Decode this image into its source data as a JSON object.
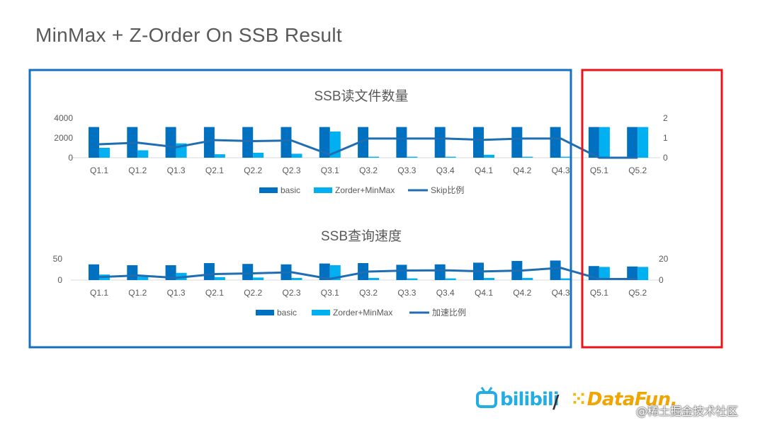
{
  "slide_title": "MinMax + Z-Order On SSB Result",
  "colors": {
    "basic": "#0070c0",
    "zorder": "#00b0f0",
    "line": "#1f6db3",
    "highlight_blue": "#1470c0",
    "highlight_red": "#e8141a",
    "text": "#595959"
  },
  "chart_data": [
    {
      "type": "bar",
      "title": "SSB读文件数量",
      "categories": [
        "Q1.1",
        "Q1.2",
        "Q1.3",
        "Q2.1",
        "Q2.2",
        "Q2.3",
        "Q3.1",
        "Q3.2",
        "Q3.3",
        "Q3.4",
        "Q4.1",
        "Q4.2",
        "Q4.3",
        "Q5.1",
        "Q5.2"
      ],
      "series": [
        {
          "name": "basic",
          "kind": "bar",
          "axis": "left",
          "values": [
            3100,
            3100,
            3100,
            3100,
            3100,
            3100,
            3100,
            3100,
            3100,
            3100,
            3100,
            3100,
            3100,
            3100,
            3100
          ]
        },
        {
          "name": "Zorder+MinMax",
          "kind": "bar",
          "axis": "left",
          "values": [
            1000,
            750,
            1450,
            350,
            500,
            400,
            2650,
            100,
            100,
            100,
            300,
            100,
            100,
            3100,
            3100
          ]
        },
        {
          "name": "Skip比例",
          "kind": "line",
          "axis": "right",
          "values": [
            0.68,
            0.76,
            0.53,
            0.89,
            0.84,
            0.87,
            0.15,
            0.97,
            0.97,
            0.97,
            0.9,
            0.97,
            0.97,
            0.0,
            0.0
          ]
        }
      ],
      "y_left": {
        "ticks": [
          "4000",
          "2000",
          "0"
        ],
        "ylim": [
          0,
          4000
        ]
      },
      "y_right": {
        "ticks": [
          "2",
          "1",
          "0"
        ],
        "ylim": [
          0,
          2
        ]
      },
      "legend": [
        "basic",
        "Zorder+MinMax",
        "Skip比例"
      ],
      "legend_position": "bottom"
    },
    {
      "type": "bar",
      "title": "SSB查询速度",
      "categories": [
        "Q1.1",
        "Q1.2",
        "Q1.3",
        "Q2.1",
        "Q2.2",
        "Q2.3",
        "Q3.1",
        "Q3.2",
        "Q3.3",
        "Q3.4",
        "Q4.1",
        "Q4.2",
        "Q4.3",
        "Q5.1",
        "Q5.2"
      ],
      "series": [
        {
          "name": "basic",
          "kind": "bar",
          "axis": "left",
          "values": [
            37,
            35,
            35,
            40,
            38,
            37,
            39,
            40,
            36,
            37,
            41,
            45,
            46,
            33,
            32
          ]
        },
        {
          "name": "Zorder+MinMax",
          "kind": "bar",
          "axis": "left",
          "values": [
            13,
            8,
            17,
            7,
            6,
            5,
            35,
            5,
            4,
            4,
            5,
            5,
            4,
            31,
            31
          ]
        },
        {
          "name": "加速比例",
          "kind": "line",
          "axis": "right",
          "values": [
            2.8,
            4.3,
            2.1,
            5.7,
            6.3,
            7.4,
            1.1,
            8.0,
            9.0,
            9.2,
            8.2,
            9.0,
            11.5,
            1.1,
            1.0
          ]
        }
      ],
      "y_left": {
        "ticks": [
          "50",
          "0"
        ],
        "ylim": [
          0,
          50
        ]
      },
      "y_right": {
        "ticks": [
          "20",
          "0"
        ],
        "ylim": [
          0,
          20
        ]
      },
      "legend": [
        "basic",
        "Zorder+MinMax",
        "加速比例"
      ],
      "legend_position": "bottom"
    }
  ],
  "logos": {
    "bilibili": "bilibili",
    "separator": "/",
    "datafun": "DataFun.",
    "watermark": "@稀土掘金技术社区"
  }
}
